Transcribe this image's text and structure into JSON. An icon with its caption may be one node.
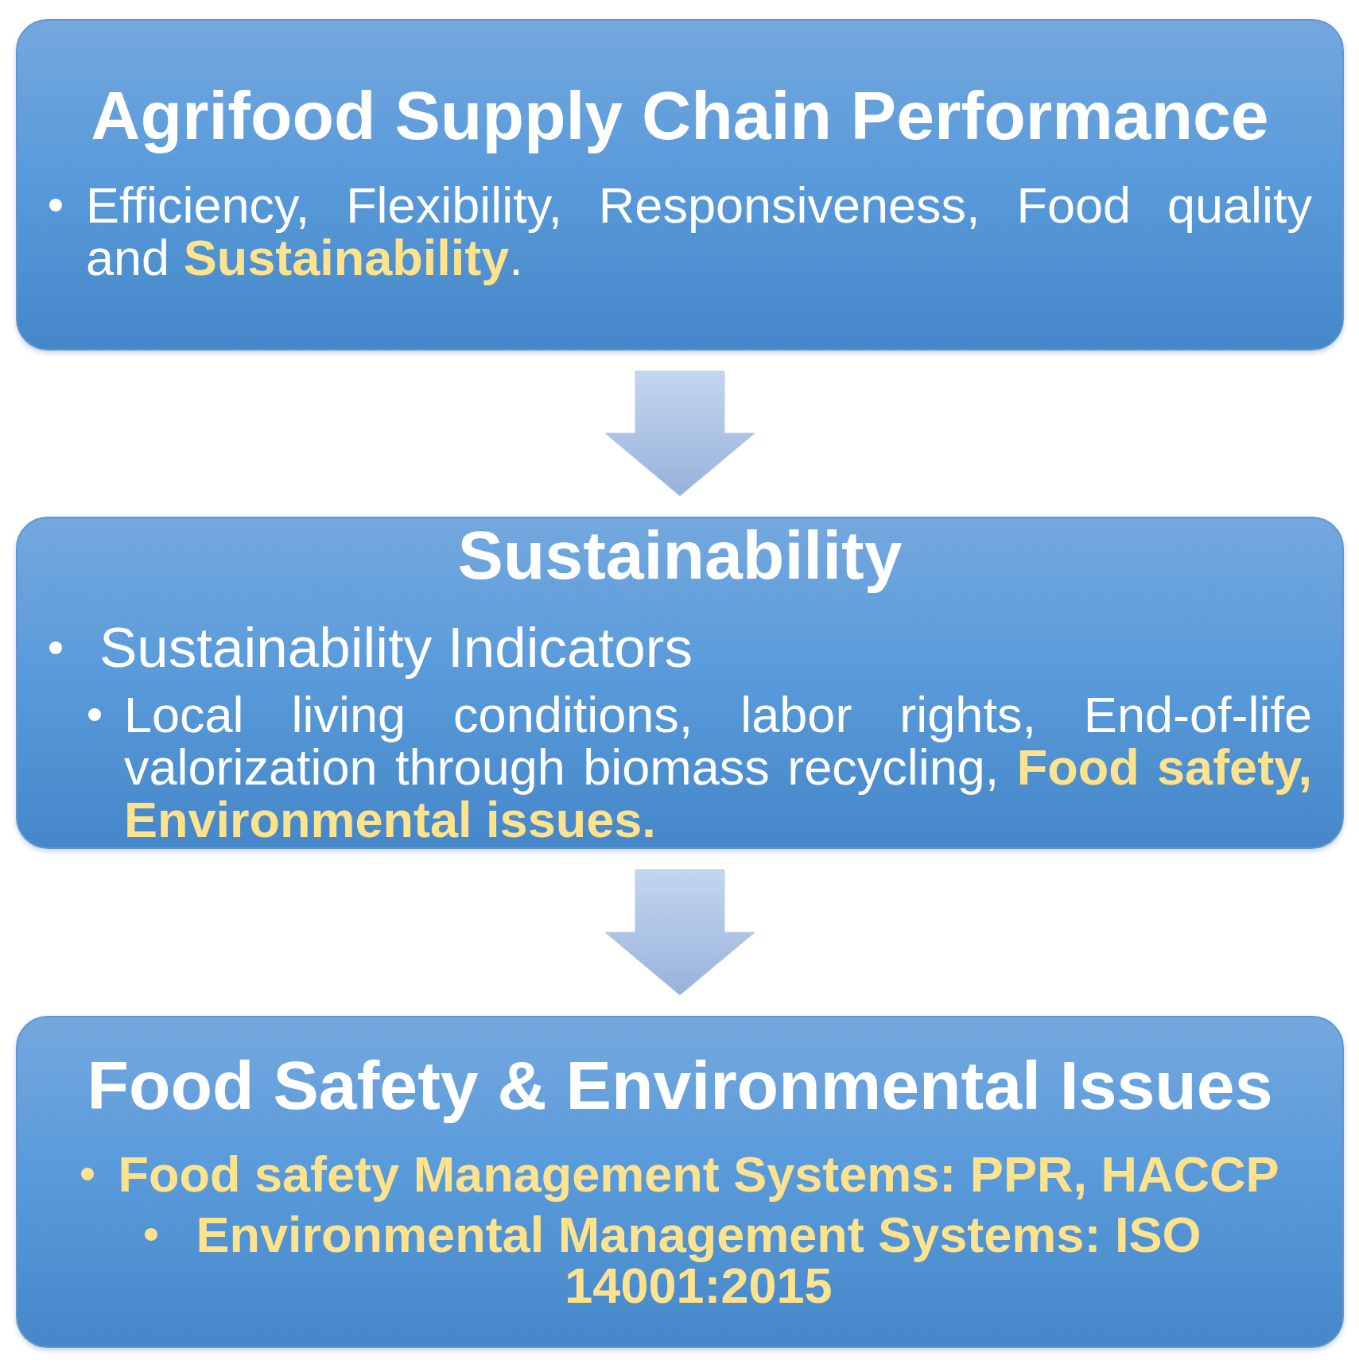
{
  "diagram": {
    "nodes": [
      {
        "text": [
          "Agrifood Supply Chain Performance",
          "Efficiency, Flexibility, Responsiveness, Food quality and **Sustainability**."
        ]
      },
      {
        "text": [
          "Sustainability",
          "Sustainability Indicators",
          "Local living conditions, labor rights, End-of-life valorization through biomass recycling, **Food safety, Environmental issues.**"
        ]
      },
      {
        "text": [
          "Food Safety & Environmental Issues",
          "Food safety Management Systems: PPR, HACCP",
          "Environmental Management Systems: ISO 14001:2015"
        ]
      }
    ],
    "edges": [
      {
        "from": 0,
        "to": 1,
        "arrow": "to"
      },
      {
        "from": 1,
        "to": 2,
        "arrow": "to"
      }
    ]
  }
}
